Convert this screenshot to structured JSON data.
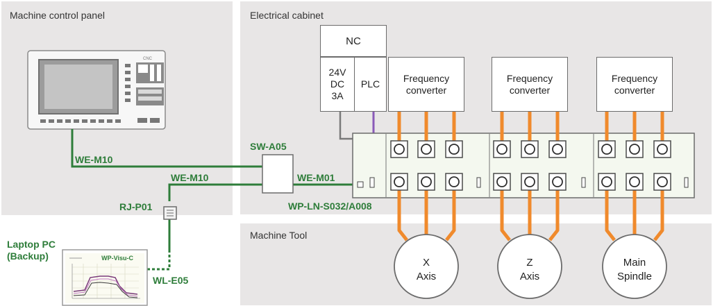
{
  "zones": {
    "machine_control_panel": "Machine control panel",
    "electrical_cabinet": "Electrical cabinet",
    "machine_tool": "Machine Tool"
  },
  "cabinet": {
    "nc": "NC",
    "power": [
      "24V",
      "DC",
      "3A"
    ],
    "plc": "PLC",
    "freq_converter": [
      "Frequency",
      "converter"
    ]
  },
  "panel": {
    "cnc_label": "CNC"
  },
  "labels": {
    "we_m10_top": "WE-M10",
    "we_m10_mid": "WE-M10",
    "sw_a05": "SW-A05",
    "we_m01": "WE-M01",
    "rj_p01": "RJ-P01",
    "wl_e05": "WL-E05",
    "wp_ln": "WP-LN-S032/A008"
  },
  "laptop": {
    "label_line1": "Laptop PC",
    "label_line2": "(Backup)",
    "screen_title": "WP-Visu-C"
  },
  "motors": {
    "x": [
      "X",
      "Axis"
    ],
    "z": [
      "Z",
      "Axis"
    ],
    "spindle": [
      "Main",
      "Spindle"
    ]
  },
  "colors": {
    "zone_bg": "#e8e6e6",
    "wire_green": "#2e7d3a",
    "power_orange": "#f08a2c",
    "plc_purple": "#8a5ab8"
  }
}
